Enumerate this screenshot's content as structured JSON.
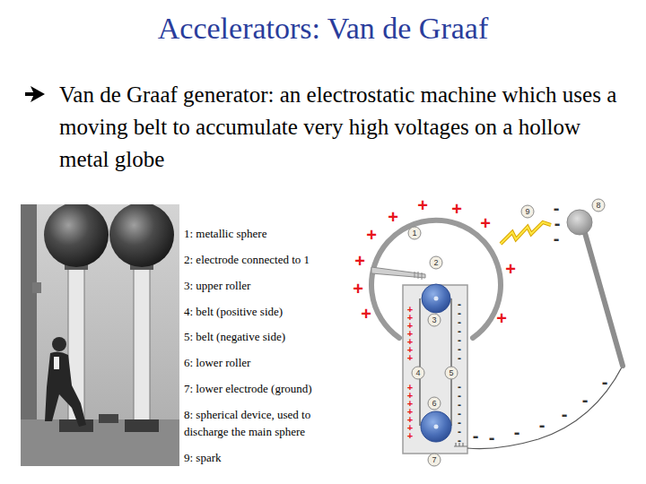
{
  "diagram": {
    "title": "Accelerators: Van de Graaf",
    "labels": [
      "Van de Graaf generator: an electrostatic machine which uses a moving belt to accumulate very high voltages on a hollow metal globe",
      "1: metallic sphere",
      "2: electrode connected to 1",
      "3: upper roller",
      "4: belt (positive side)",
      "5: belt (negative side)",
      "6: lower roller",
      "7: lower electrode (ground)",
      "8: spherical device, used to discharge the main sphere",
      "9: spark",
      "1",
      "2",
      "3",
      "4",
      "5",
      "6",
      "7",
      "8",
      "9",
      "+",
      "+",
      "+",
      "+",
      "+",
      "+",
      "+",
      "+",
      "+",
      "+",
      "+",
      "+",
      "+",
      "+",
      "+",
      "+",
      "+",
      "+",
      "+",
      "+",
      "+",
      "+",
      "+",
      "+",
      "-",
      "-",
      "-",
      "-",
      "-",
      "-",
      "-",
      "-",
      "-",
      "-",
      "-",
      "-",
      "-",
      "-",
      "-",
      "-",
      "-",
      "-",
      "-",
      "-",
      "-",
      "-",
      "-",
      "-"
    ]
  }
}
